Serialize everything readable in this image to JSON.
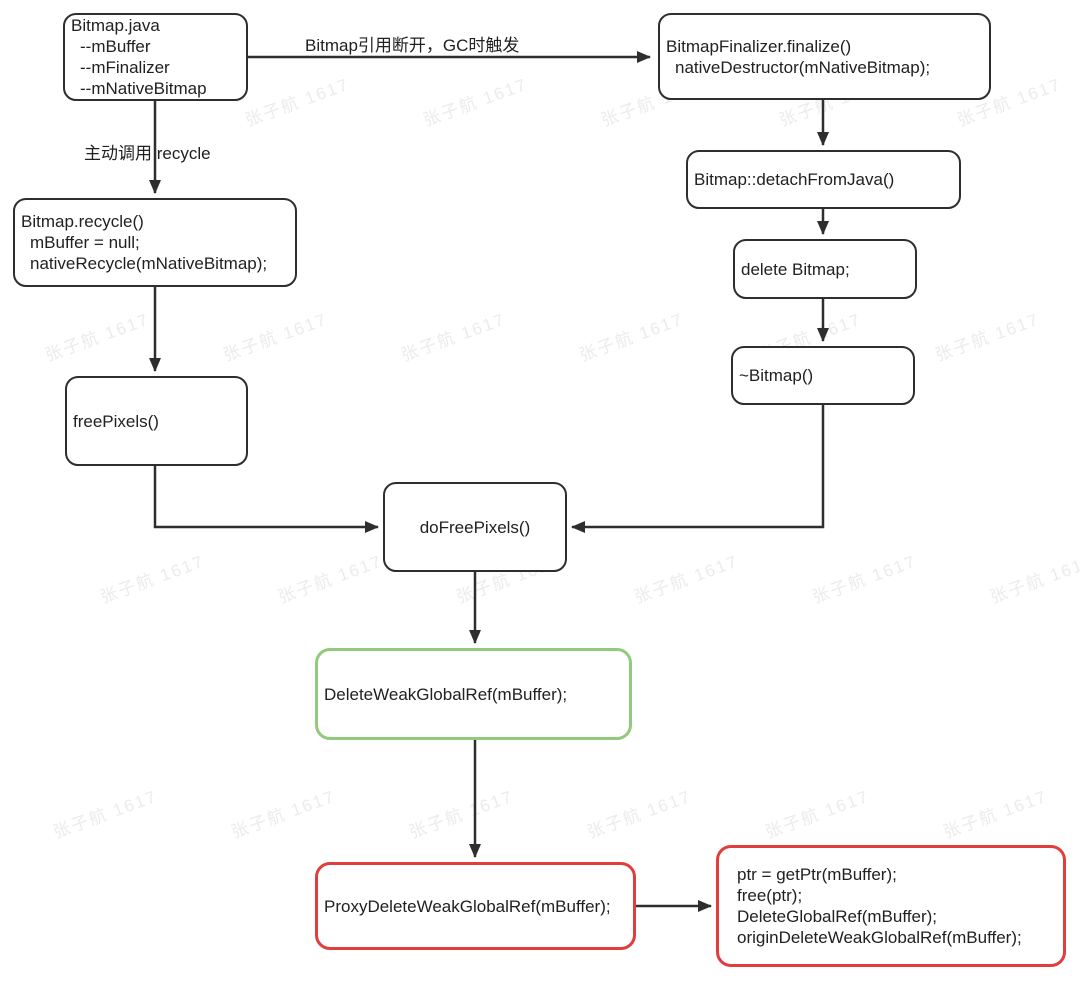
{
  "title": "Bitmap recycle / finalize native memory flow",
  "watermark": {
    "text": "张子航 1617"
  },
  "edge_labels": {
    "gc_trigger": "Bitmap引用断开，GC时触发",
    "recycle": "主动调用 recycle"
  },
  "nodes": {
    "bitmap_java": {
      "lines": [
        "Bitmap.java",
        "--mBuffer",
        "--mFinalizer",
        "--mNativeBitmap"
      ]
    },
    "bitmap_finalizer": {
      "lines": [
        "BitmapFinalizer.finalize()",
        "nativeDestructor(mNativeBitmap);"
      ]
    },
    "bitmap_recycle": {
      "lines": [
        "Bitmap.recycle()",
        "mBuffer = null;",
        "nativeRecycle(mNativeBitmap);"
      ]
    },
    "free_pixels": {
      "label": "freePixels()"
    },
    "detach_from_java": {
      "label": "Bitmap::detachFromJava()"
    },
    "delete_bitmap": {
      "label": "delete Bitmap;"
    },
    "bitmap_destructor": {
      "label": "~Bitmap()"
    },
    "do_free_pixels": {
      "label": "doFreePixels()"
    },
    "delete_weak_global_ref": {
      "label": "DeleteWeakGlobalRef(mBuffer);"
    },
    "proxy_delete_weak_global_ref": {
      "label": "ProxyDeleteWeakGlobalRef(mBuffer);"
    },
    "proxy_impl": {
      "lines": [
        "ptr = getPtr(mBuffer);",
        "free(ptr);",
        "DeleteGlobalRef(mBuffer);",
        "originDeleteWeakGlobalRef(mBuffer);"
      ]
    }
  },
  "colors": {
    "box_border": "#2e2e2e",
    "text": "#212121",
    "green_border": "#92c97e",
    "red_border": "#e23d3d",
    "watermark": "rgba(130,130,130,0.16)"
  }
}
